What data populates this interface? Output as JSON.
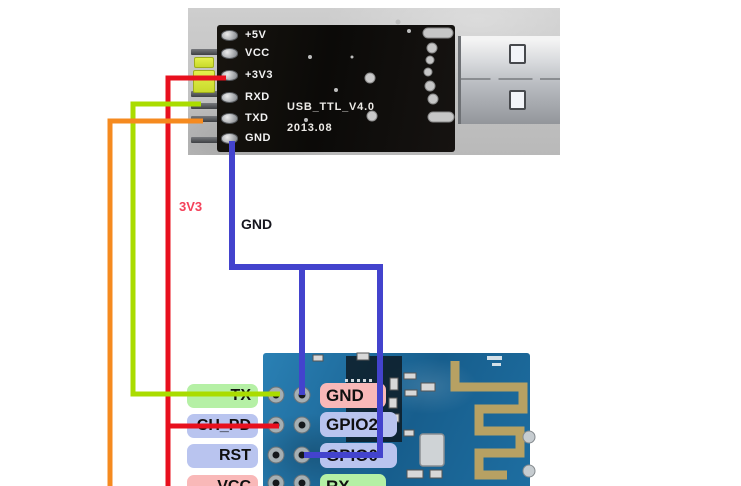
{
  "usb_adapter": {
    "description": "USB to TTL serial adapter photo",
    "pin_labels": [
      "+5V",
      "VCC",
      "+3V3",
      "RXD",
      "TXD",
      "GND"
    ],
    "board_text_line1": "USB_TTL_V4.0",
    "board_text_line2": "2013.08"
  },
  "annotations": {
    "wire_3v3": "3V3",
    "wire_gnd": "GND"
  },
  "esp_module": {
    "description": "ESP8266 ESP-01 WiFi module photo",
    "left_pin_labels": [
      "TX",
      "CH_PD",
      "RST",
      "VCC"
    ],
    "right_pin_labels": [
      "GND",
      "GPIO2",
      "GPIO0",
      "RX"
    ]
  },
  "colors": {
    "wire_red": "#e8101e",
    "wire_green": "#aadc00",
    "wire_orange": "#f58a1f",
    "wire_blue": "#4343cd",
    "label_green": "#b5f0a5",
    "label_blue": "#b9c4ef",
    "label_pink": "#f9b8b8",
    "annotation_3v3": "#f4415a",
    "annotation_gnd": "#16161e",
    "esp_pcb_blue": "#1e6ea1",
    "antenna_gold": "#b7a163"
  }
}
